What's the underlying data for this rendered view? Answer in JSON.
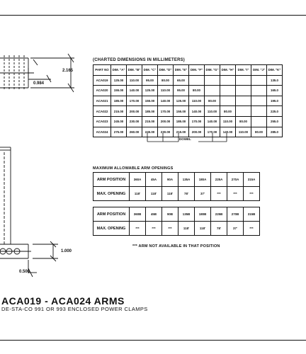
{
  "drawing": {
    "dim_2165": "2.165",
    "dim_0984": "0.984",
    "dim_1000": "1.000",
    "dim_0500": "0.500"
  },
  "chart": {
    "title": "(CHARTED DIMENSIONS IN MILLIMETERS)",
    "headers": [
      "PART NO",
      "DIM. \"A\"",
      "DIM. \"B\"",
      "DIM. \"C\"",
      "DIM. \"D\"",
      "DIM. \"E\"",
      "DIM. \"F\"",
      "DIM. \"G\"",
      "DIM. \"H\"",
      "DIM. \"I\"",
      "DIM. \"J\"",
      "DIM. \"K\""
    ],
    "rows": [
      [
        "ACA019",
        "125.00",
        "110.00",
        "95.00",
        "80.00",
        "65.00",
        "",
        "",
        "",
        "",
        "",
        "135.0"
      ],
      [
        "ACA020",
        "155.00",
        "140.00",
        "125.00",
        "110.00",
        "95.00",
        "80.00",
        "",
        "",
        "",
        "",
        "165.0"
      ],
      [
        "ACA021",
        "185.00",
        "170.00",
        "155.00",
        "140.00",
        "125.00",
        "110.00",
        "80.00",
        "",
        "",
        "",
        "195.0"
      ],
      [
        "ACA022",
        "215.00",
        "200.00",
        "185.00",
        "170.00",
        "155.00",
        "140.00",
        "110.00",
        "80.00",
        "",
        "",
        "225.0"
      ],
      [
        "ACA023",
        "245.00",
        "230.00",
        "215.00",
        "200.00",
        "185.00",
        "170.00",
        "140.00",
        "110.00",
        "80.00",
        "",
        "255.0"
      ],
      [
        "ACA024",
        "275.00",
        "260.00",
        "245.00",
        "230.00",
        "215.00",
        "200.00",
        "170.00",
        "140.00",
        "110.00",
        "80.00",
        "285.0"
      ]
    ],
    "dowel_label": "DOWEL"
  },
  "arm_openings": {
    "title": "MAXIMUM ALLOWABLE ARM OPENINGS",
    "row_position_label": "ARM POSITION",
    "row_opening_label": "MAX. OPENING",
    "table1": {
      "positions": [
        "360A",
        "45A",
        "90A",
        "135A",
        "180A",
        "225A",
        "270A",
        "315A"
      ],
      "openings": [
        "118'",
        "118'",
        "118'",
        "78'",
        "37'",
        "***",
        "***",
        "***"
      ]
    },
    "table2": {
      "positions": [
        "360B",
        "45B",
        "90B",
        "135B",
        "180B",
        "225B",
        "270B",
        "315B"
      ],
      "openings": [
        "***",
        "***",
        "***",
        "118'",
        "118'",
        "78'",
        "37'",
        "***"
      ]
    },
    "note": "*** ARM NOT AVAILABLE IN THAT POSITION"
  },
  "title_block": {
    "title": "ACA019 - ACA024 ARMS",
    "subtitle": "DE-STA-CO 991 OR 993 ENCLOSED POWER CLAMPS"
  }
}
